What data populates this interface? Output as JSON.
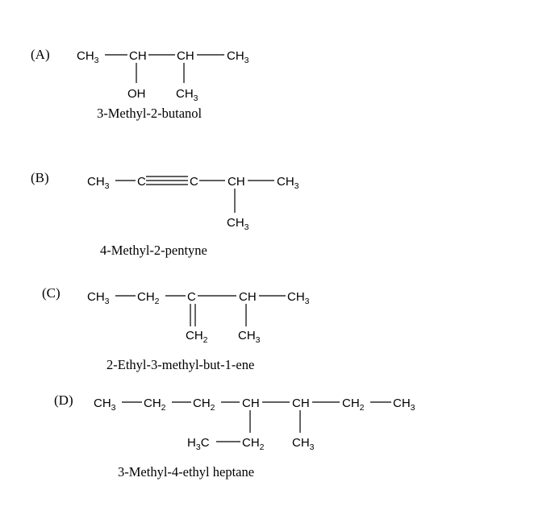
{
  "panels": [
    {
      "label": "(A)",
      "name": "3-Methyl-2-butanol"
    },
    {
      "label": "(B)",
      "name": "4-Methyl-2-pentyne"
    },
    {
      "label": "(C)",
      "name": "2-Ethyl-3-methyl-but-1-ene"
    },
    {
      "label": "(D)",
      "name": "3-Methyl-4-ethyl heptane"
    }
  ],
  "groups": {
    "ch3": [
      "CH",
      "3"
    ],
    "ch2": [
      "CH",
      "2"
    ],
    "h3c": [
      "H",
      "3",
      "C"
    ],
    "ch": "CH",
    "c": "C",
    "oh": "OH"
  }
}
